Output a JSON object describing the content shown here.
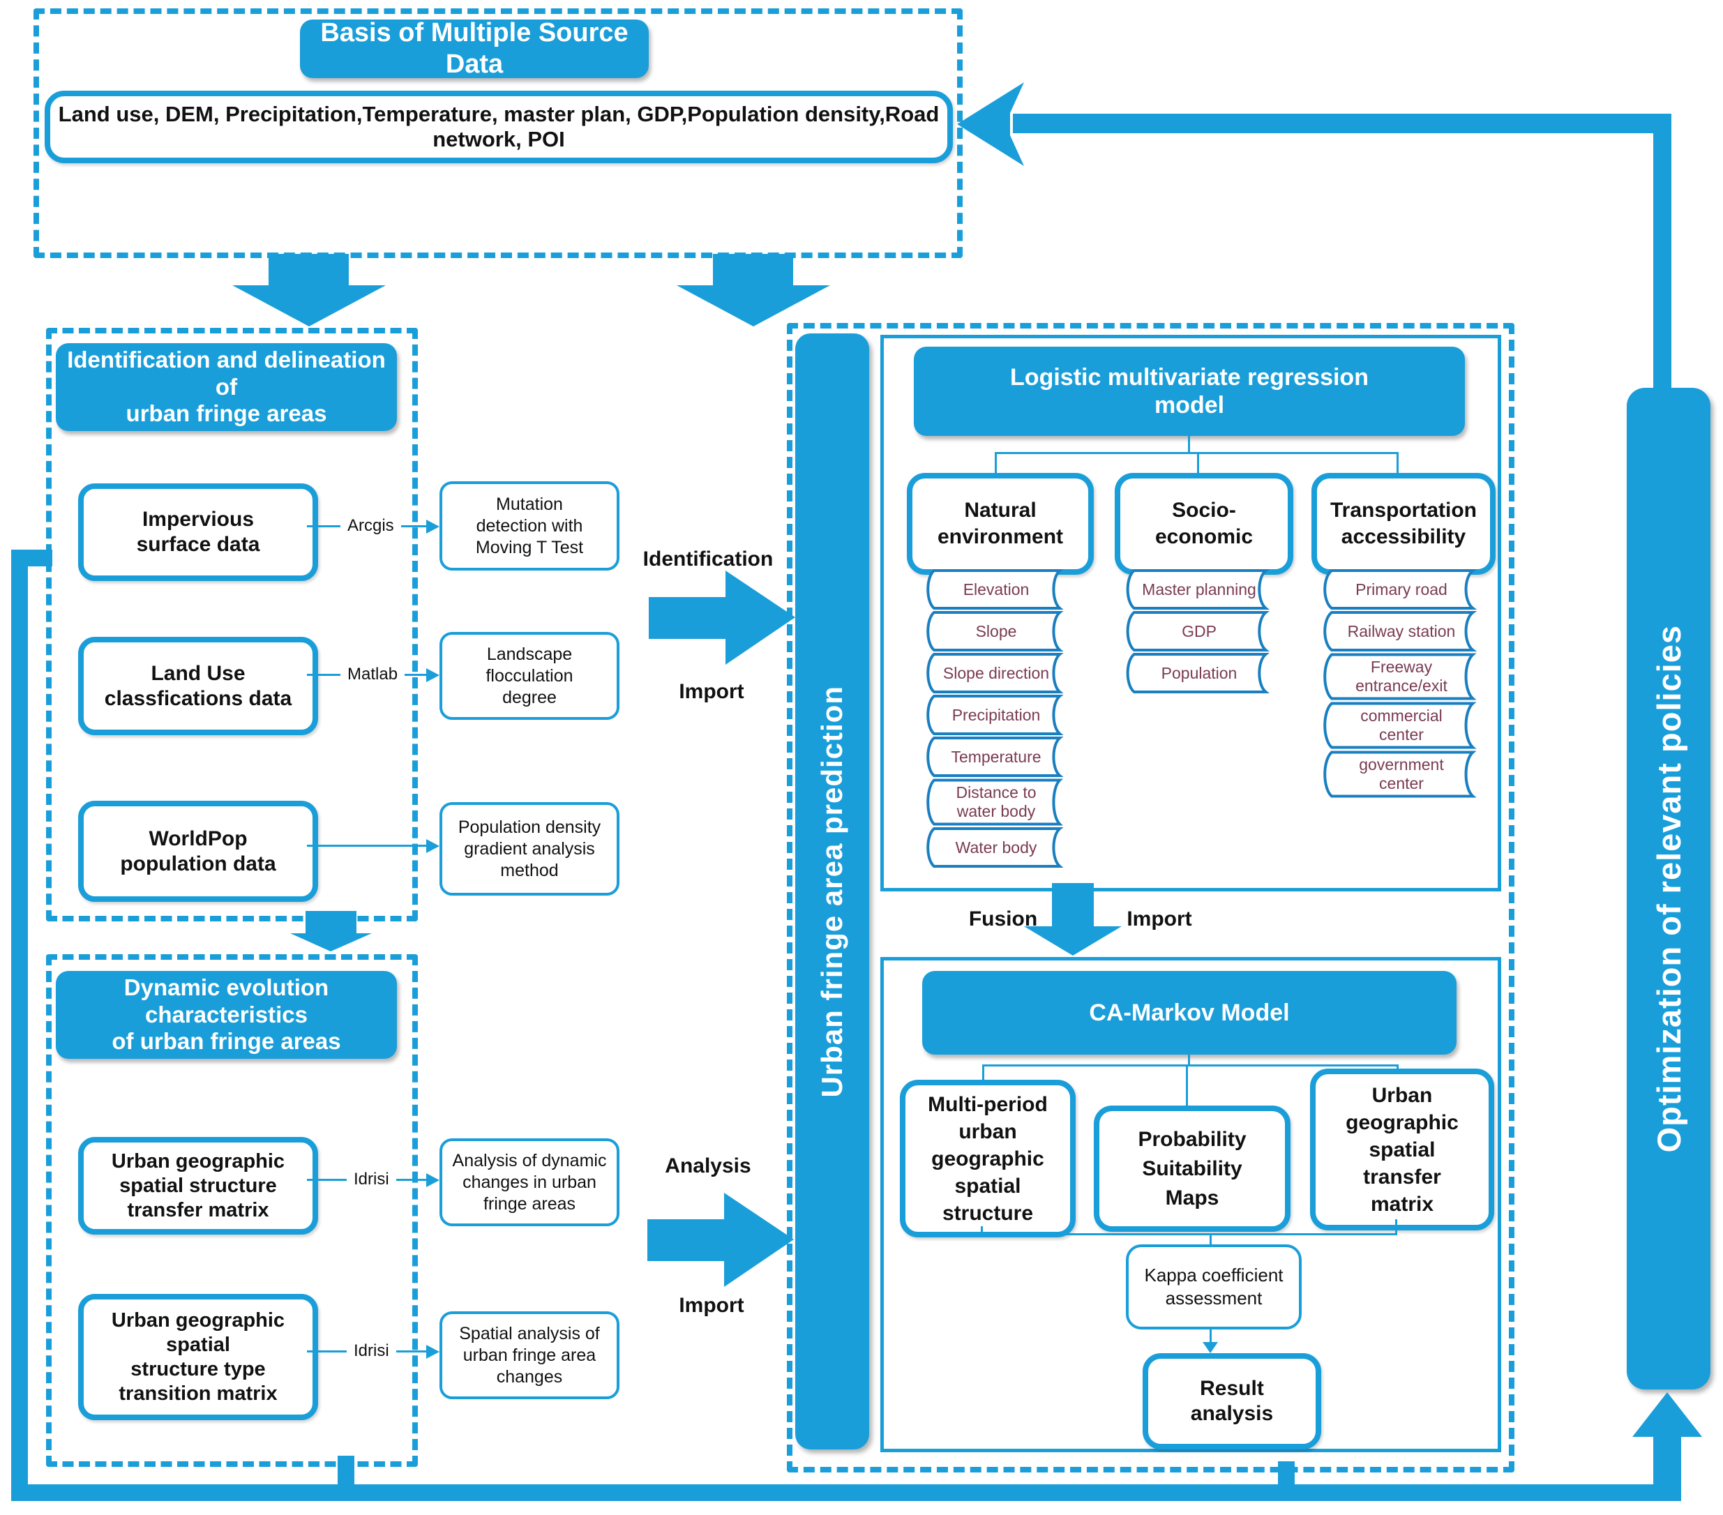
{
  "colors": {
    "blue": "#1a9ed9",
    "maroon": "#7a3b52"
  },
  "top": {
    "title": "Basis of Multiple Source Data",
    "data_sources": "Land use, DEM, Precipitation,Temperature, master plan, GDP,Population density,Road network, POI"
  },
  "identification": {
    "title": "Identification and delineation of\nurban fringe areas",
    "rows": [
      {
        "source": "Impervious\nsurface data",
        "tool": "Arcgis",
        "method": "Mutation\ndetection with\nMoving T Test"
      },
      {
        "source": "Land Use\nclassfications data",
        "tool": "Matlab",
        "method": "Landscape\nflocculation\ndegree"
      },
      {
        "source": "WorldPop\npopulation data",
        "tool": "",
        "method": "Population density\ngradient analysis\nmethod"
      }
    ]
  },
  "dynamic": {
    "title": "Dynamic evolution characteristics\nof urban fringe areas",
    "rows": [
      {
        "source": "Urban geographic\nspatial structure\ntransfer matrix",
        "tool": "Idrisi",
        "method": "Analysis of dynamic\nchanges in urban\nfringe areas"
      },
      {
        "source": "Urban geographic\nspatial\nstructure type\ntransition matrix",
        "tool": "Idrisi",
        "method": "Spatial analysis of\nurban fringe area\nchanges"
      }
    ]
  },
  "flow_labels": {
    "identification": "Identification",
    "import_identification": "Import",
    "analysis": "Analysis",
    "import_analysis": "Import",
    "fusion": "Fusion",
    "import_fusion": "Import"
  },
  "prediction": {
    "bar_label": "Urban fringe area prediction",
    "logistic": {
      "title": "Logistic multivariate regression\nmodel",
      "categories": [
        {
          "label": "Natural\nenvironment",
          "factors": [
            "Elevation",
            "Slope",
            "Slope direction",
            "Precipitation",
            "Temperature",
            "Distance to\nwater body",
            "Water body"
          ]
        },
        {
          "label": "Socio-\neconomic",
          "factors": [
            "Master planning",
            "GDP",
            "Population"
          ]
        },
        {
          "label": "Transportation\naccessibility",
          "factors": [
            "Primary road",
            "Railway station",
            "Freeway\nentrance/exit",
            "commercial\ncenter",
            "government\ncenter"
          ]
        }
      ]
    },
    "ca_markov": {
      "title": "CA-Markov Model",
      "inputs": [
        "Multi-period\nurban\ngeographic\nspatial\nstructure",
        "Probability\nSuitability\nMaps",
        "Urban\ngeographic\nspatial\ntransfer\nmatrix"
      ],
      "assessment": "Kappa coefficient\nassessment",
      "result": "Result\nanalysis"
    }
  },
  "optimization": {
    "bar_label": "Optimization of relevant policies"
  }
}
